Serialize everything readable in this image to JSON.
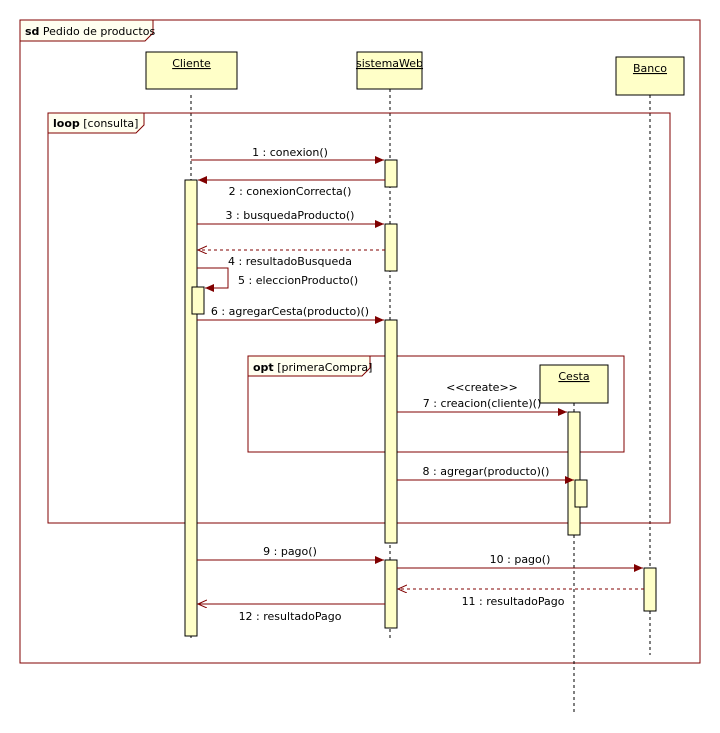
{
  "colors": {
    "lifeline_fill": "#ffffc8",
    "frame_label_fill": "#fffff0",
    "line": "#000000",
    "message": "#800000",
    "border": "#800000"
  },
  "frame": {
    "keyword": "sd",
    "name": "Pedido de productos"
  },
  "lifelines": [
    {
      "id": "cliente",
      "name": "Cliente"
    },
    {
      "id": "sistemaweb",
      "name": "sistemaWeb"
    },
    {
      "id": "banco",
      "name": "Banco"
    },
    {
      "id": "cesta",
      "name": "Cesta"
    }
  ],
  "fragments": [
    {
      "operator": "loop",
      "guard": "[consulta]"
    },
    {
      "operator": "opt",
      "guard": "[primeraCompra]"
    }
  ],
  "stereotype": "<<create>>",
  "messages": [
    {
      "label": "1 : conexion()",
      "type": "sync"
    },
    {
      "label": "2 : conexionCorrecta()",
      "type": "sync"
    },
    {
      "label": "3 : busquedaProducto()",
      "type": "sync"
    },
    {
      "label": "4 : resultadoBusqueda",
      "type": "return"
    },
    {
      "label": "5 : eleccionProducto()",
      "type": "self"
    },
    {
      "label": "6 : agregarCesta(producto)()",
      "type": "sync"
    },
    {
      "label": "7 : creacion(cliente)()",
      "type": "create"
    },
    {
      "label": "8 : agregar(producto)()",
      "type": "sync"
    },
    {
      "label": "9 : pago()",
      "type": "sync"
    },
    {
      "label": "10 : pago()",
      "type": "sync"
    },
    {
      "label": "11 : resultadoPago",
      "type": "return"
    },
    {
      "label": "12 : resultadoPago",
      "type": "sync"
    }
  ]
}
